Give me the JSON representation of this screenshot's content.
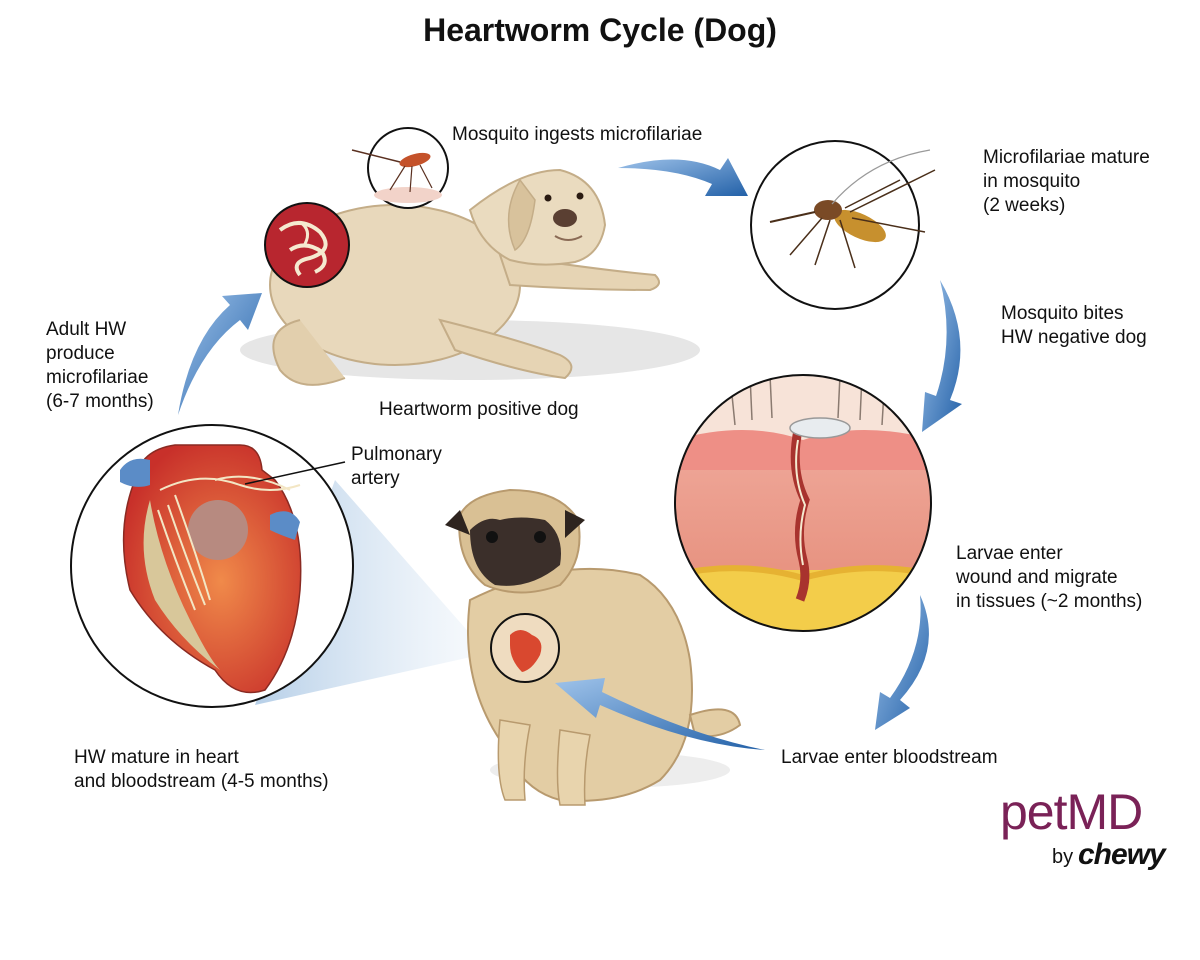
{
  "title": "Heartworm Cycle (Dog)",
  "labels": {
    "ingests": [
      "Mosquito ingests microfilariae"
    ],
    "mature_mosquito": [
      "Microfilariae mature",
      "in mosquito",
      "(2 weeks)"
    ],
    "bites": [
      "Mosquito bites",
      "HW negative dog"
    ],
    "larvae_tissue": [
      "Larvae enter",
      "wound and migrate",
      "in tissues (~2 months)"
    ],
    "bloodstream": [
      "Larvae enter bloodstream"
    ],
    "mature_heart": [
      "HW mature in heart",
      "and bloodstream (4-5 months)"
    ],
    "adult": [
      "Adult HW",
      "produce",
      "microfilariae",
      "(6-7 months)"
    ],
    "positive_dog": [
      "Heartworm positive dog"
    ],
    "pulmonary": [
      "Pulmonary",
      "artery"
    ]
  },
  "logo": {
    "main": "petMD",
    "by": "by",
    "brand": "chewy"
  },
  "icons": [
    "lab-dog",
    "pug-dog",
    "mosquito-icon",
    "heart-icon",
    "worms-icon",
    "skin-section",
    "cycle-arrow"
  ],
  "colors": {
    "arrow": "#2f6fb5",
    "logo": "#7a2257",
    "heart": "#d9482f",
    "skin": "#e98a7a"
  }
}
